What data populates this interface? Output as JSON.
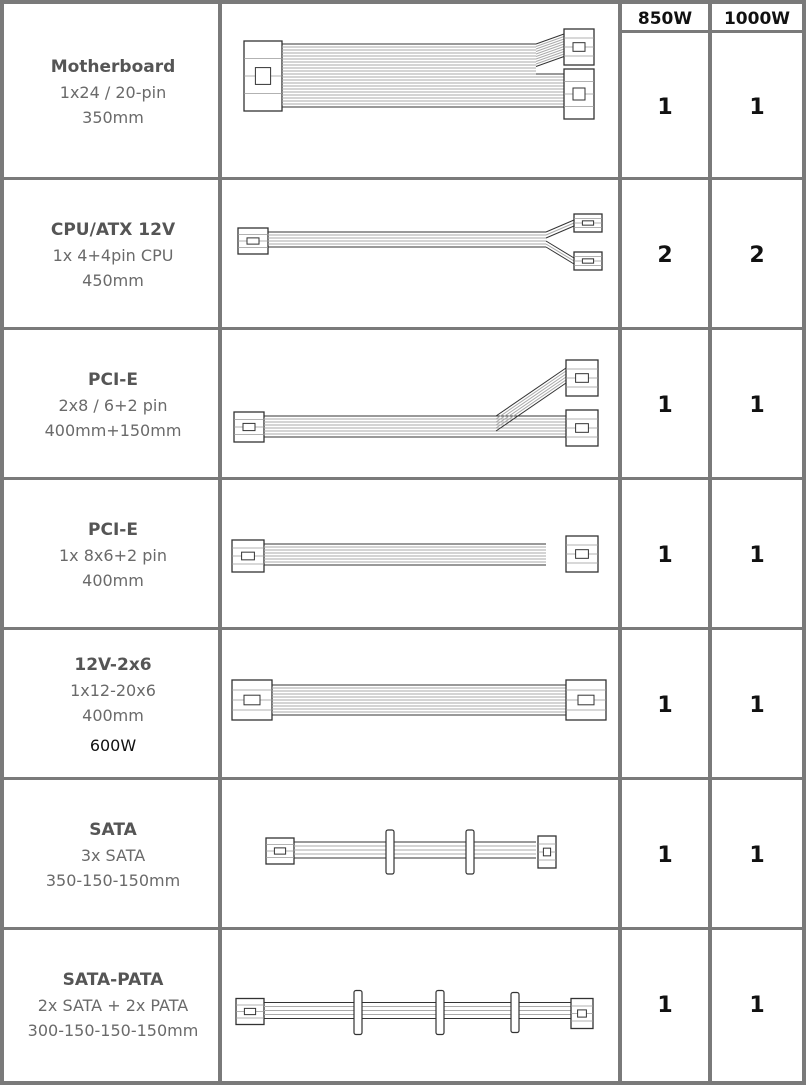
{
  "header": {
    "col1": "850W",
    "col2": "1000W"
  },
  "rows": [
    {
      "title": "Motherboard",
      "lines": [
        "1x24 / 20-pin",
        "350mm"
      ],
      "extra": "",
      "q850": "1",
      "q1000": "1"
    },
    {
      "title": "CPU/ATX 12V",
      "lines": [
        "1x 4+4pin CPU",
        "450mm"
      ],
      "extra": "",
      "q850": "2",
      "q1000": "2"
    },
    {
      "title": "PCI-E",
      "lines": [
        "2x8 / 6+2 pin",
        "400mm+150mm"
      ],
      "extra": "",
      "q850": "1",
      "q1000": "1"
    },
    {
      "title": "PCI-E",
      "lines": [
        "1x 8x6+2 pin",
        "400mm"
      ],
      "extra": "",
      "q850": "1",
      "q1000": "1"
    },
    {
      "title": "12V-2x6",
      "lines": [
        "1x12-20x6",
        "400mm"
      ],
      "extra": "600W",
      "q850": "1",
      "q1000": "1"
    },
    {
      "title": "SATA",
      "lines": [
        "3x SATA",
        "350-150-150mm"
      ],
      "extra": "",
      "q850": "1",
      "q1000": "1"
    },
    {
      "title": "SATA-PATA",
      "lines": [
        "2x SATA + 2x PATA",
        "300-150-150-150mm"
      ],
      "extra": "",
      "q850": "1",
      "q1000": "1"
    }
  ]
}
